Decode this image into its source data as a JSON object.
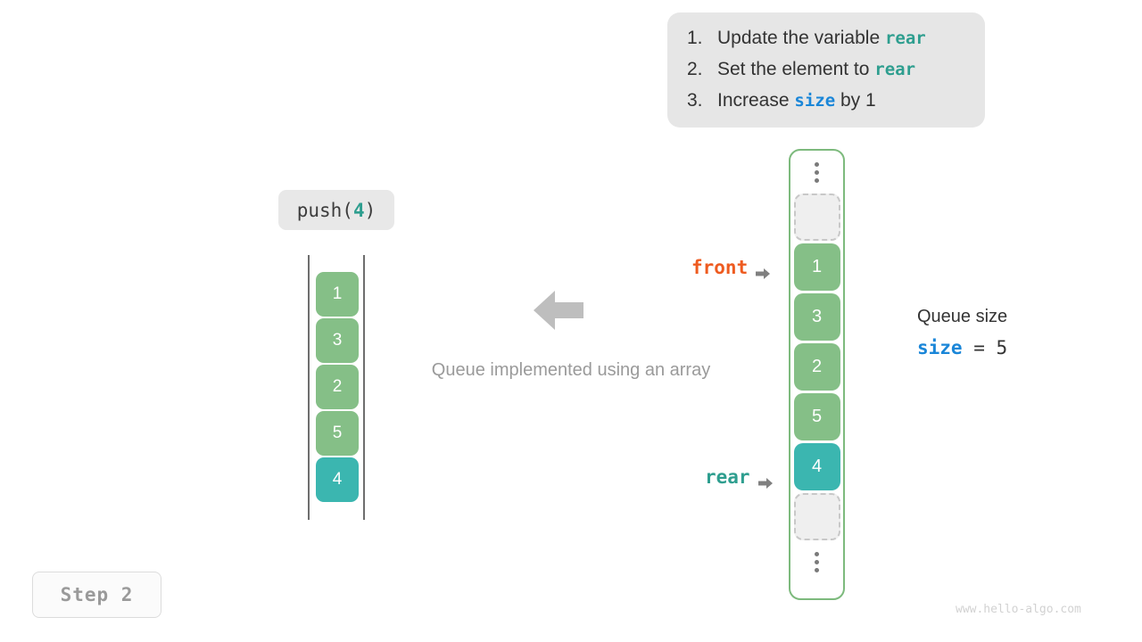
{
  "instructions": {
    "items": [
      {
        "num": "1.",
        "pre": "Update the variable ",
        "kw": "rear",
        "kw_style": "teal",
        "post": ""
      },
      {
        "num": "2.",
        "pre": "Set the element to ",
        "kw": "rear",
        "kw_style": "teal",
        "post": ""
      },
      {
        "num": "3.",
        "pre": "Increase ",
        "kw": "size",
        "kw_style": "blue",
        "post": " by 1"
      }
    ]
  },
  "operation": {
    "name": "push(",
    "argument": "4",
    "close": ")"
  },
  "caption": "Queue implemented using an array",
  "left_stack": {
    "cells": [
      {
        "value": "1",
        "style": "green"
      },
      {
        "value": "3",
        "style": "green"
      },
      {
        "value": "2",
        "style": "green"
      },
      {
        "value": "5",
        "style": "green"
      },
      {
        "value": "4",
        "style": "teal"
      }
    ]
  },
  "array": {
    "top_ellipsis": "⋮",
    "bottom_ellipsis": "⋮",
    "cells": [
      {
        "value": "",
        "style": "empty"
      },
      {
        "value": "1",
        "style": "green"
      },
      {
        "value": "3",
        "style": "green"
      },
      {
        "value": "2",
        "style": "green"
      },
      {
        "value": "5",
        "style": "green"
      },
      {
        "value": "4",
        "style": "teal"
      },
      {
        "value": "",
        "style": "empty"
      }
    ]
  },
  "pointers": {
    "front": "front",
    "rear": "rear"
  },
  "size_info": {
    "title": "Queue size",
    "variable": "size",
    "equals": " = ",
    "value": "5"
  },
  "step": {
    "label": "Step 2"
  },
  "watermark": "www.hello-algo.com",
  "colors": {
    "green": "#85bf87",
    "teal": "#3bb6b0",
    "front": "#ee5b20",
    "rear": "#2e9e8f",
    "blue": "#1a86d8",
    "container_border": "#7dba7d",
    "callout_bg": "#e6e6e6",
    "arrow_gray": "#bebebe"
  }
}
